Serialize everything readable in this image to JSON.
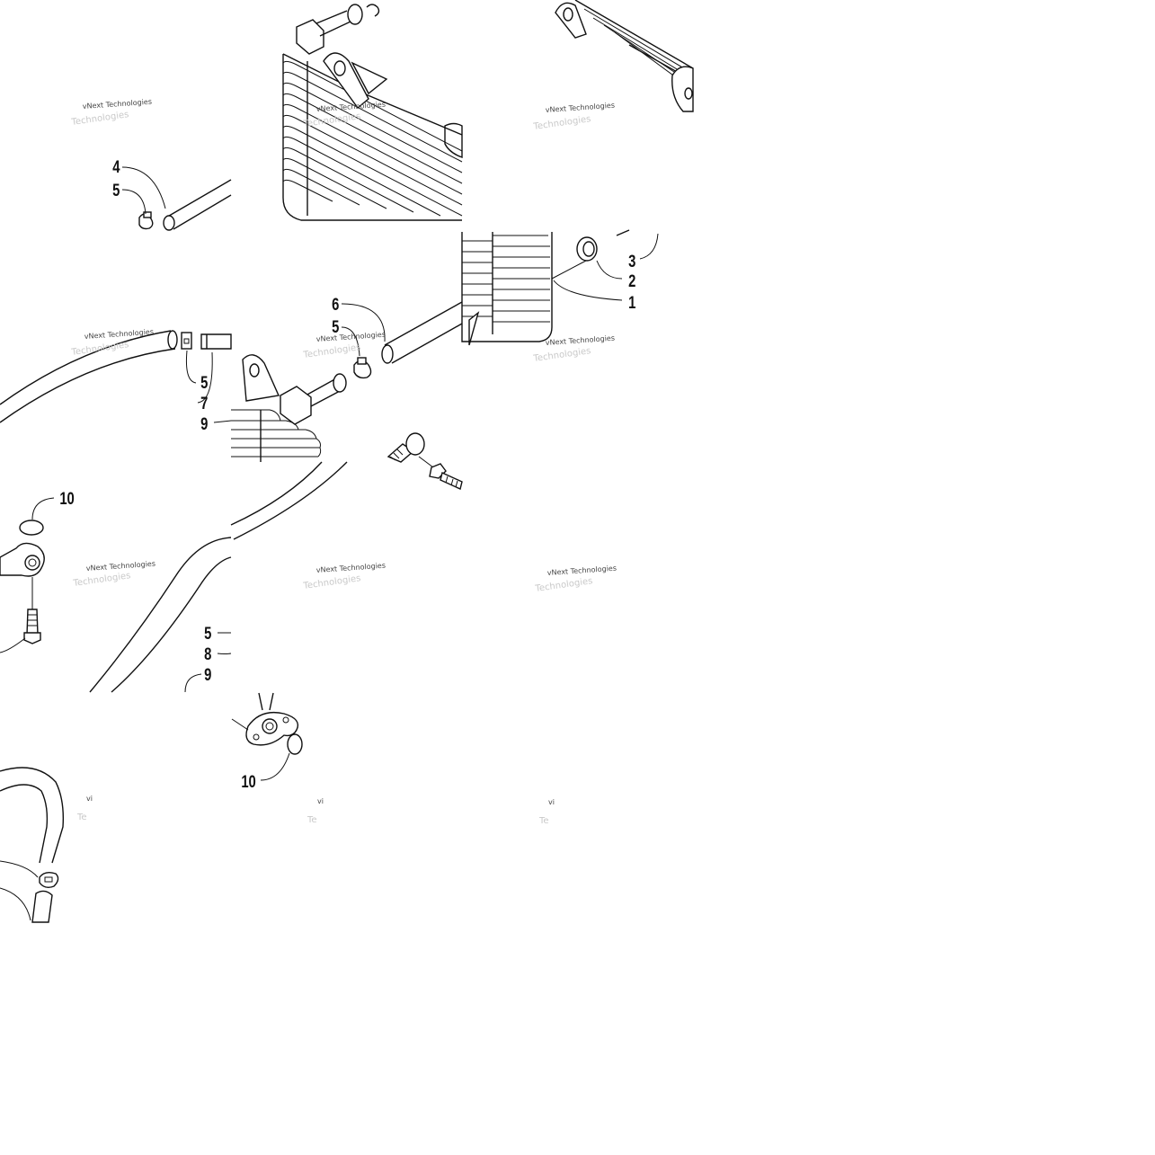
{
  "watermark": {
    "text": "vNext Technologies",
    "truncated_text": "vi"
  },
  "callouts": {
    "c1": "1",
    "c2": "2",
    "c3": "3",
    "c4": "4",
    "c5a": "5",
    "c5b": "5",
    "c5c": "5",
    "c5d": "5",
    "c6": "6",
    "c7": "7",
    "c8": "8",
    "c9a": "9",
    "c9b": "9",
    "c10a": "10",
    "c10b": "10"
  },
  "colors": {
    "line": "#111111",
    "background": "#ffffff",
    "watermark": "#444444"
  }
}
